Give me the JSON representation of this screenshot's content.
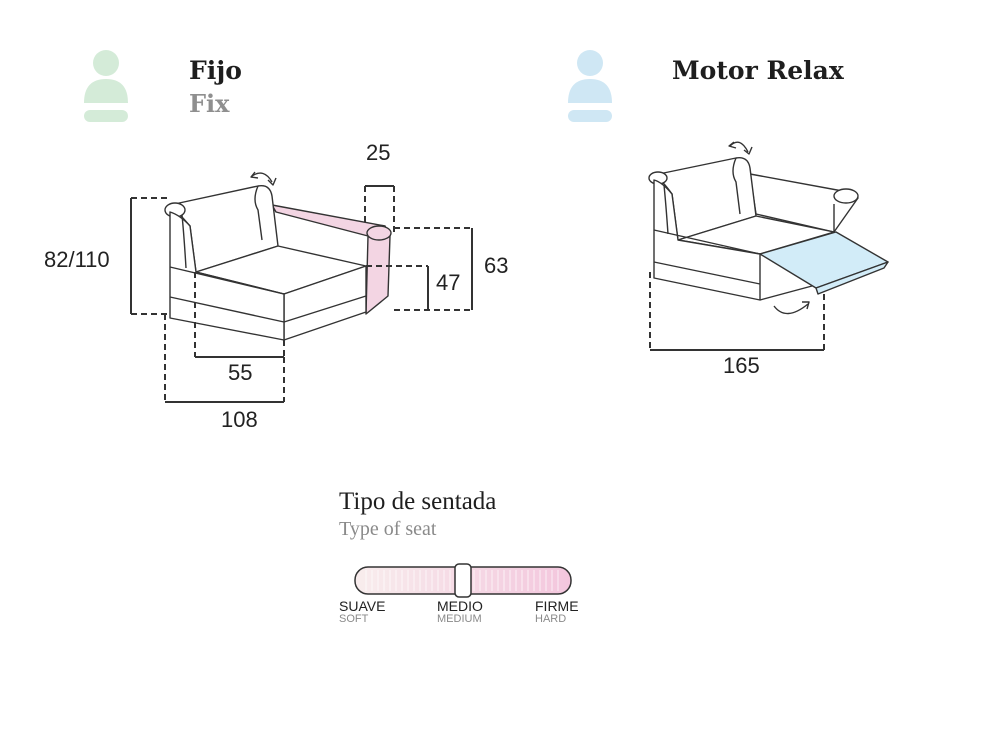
{
  "fix_section": {
    "title": "Fijo",
    "subtitle": "Fix",
    "person_icon_color": "#d4ebd8",
    "highlight_color": "#f3d5e3",
    "dimensions": {
      "height": "82/110",
      "arm_width": "25",
      "arm_height": "63",
      "seat_height": "47",
      "seat_depth": "55",
      "total_depth": "108"
    }
  },
  "relax_section": {
    "title": "Motor Relax",
    "person_icon_color": "#cfe7f4",
    "highlight_color": "#d2ecf8",
    "dimensions": {
      "extended_depth": "165"
    }
  },
  "seat_type": {
    "title": "Tipo de sentada",
    "subtitle": "Type of seat",
    "firmness_level": 0.5,
    "scale": [
      {
        "label": "SUAVE",
        "sub": "SOFT"
      },
      {
        "label": "MEDIO",
        "sub": "MEDIUM"
      },
      {
        "label": "FIRME",
        "sub": "HARD"
      }
    ]
  }
}
